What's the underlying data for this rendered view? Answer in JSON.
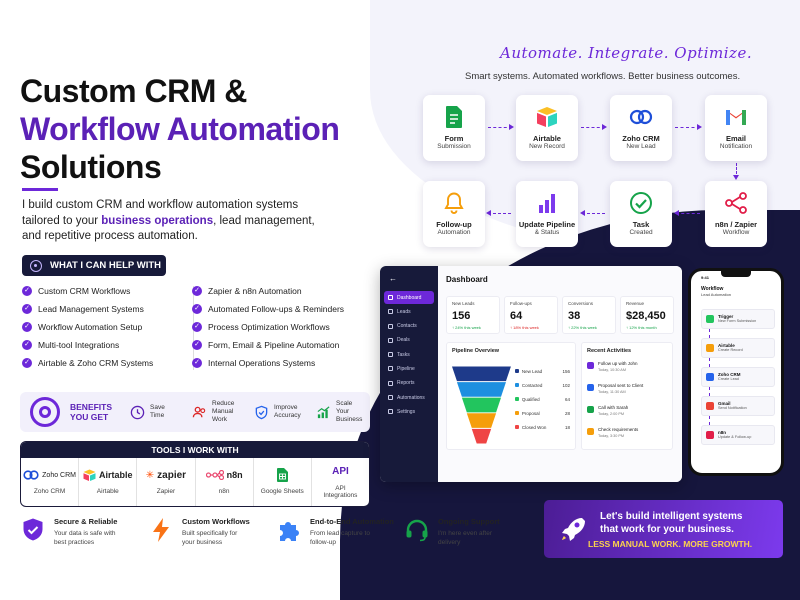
{
  "hero": {
    "title_line1": "Custom CRM &",
    "title_line2": "Workflow Automation",
    "title_line3": "Solutions",
    "intro_pre": "I build custom CRM and workflow automation systems tailored to your ",
    "intro_highlight": "business operations",
    "intro_post": ", lead management, and repetitive process automation."
  },
  "help": {
    "badge": "WHAT I CAN HELP WITH",
    "items": [
      "Custom CRM Workflows",
      "Zapier  & n8n Automation",
      "Lead Management Systems",
      "Automated Follow-ups & Reminders",
      "Workflow Automation Setup",
      "Process Optimization Workflows",
      "Multi-tool Integrations",
      "Form, Email & Pipeline Automation",
      "Airtable & Zoho CRM Systems",
      "Internal Operations Systems"
    ]
  },
  "benefits": {
    "title_l1": "BENEFITS",
    "title_l2": "YOU GET",
    "items": [
      {
        "l1": "Save",
        "l2": "Time",
        "icon": "clock-icon"
      },
      {
        "l1": "Reduce",
        "l2": "Manual Work",
        "icon": "users-icon"
      },
      {
        "l1": "Improve",
        "l2": "Accuracy",
        "icon": "shield-check-icon"
      },
      {
        "l1": "Scale",
        "l2": "Your Business",
        "icon": "chart-up-icon"
      }
    ]
  },
  "tools": {
    "header": "TOOLS I WORK WITH",
    "items": [
      {
        "logo": "Zoho CRM",
        "name": "Zoho CRM"
      },
      {
        "logo": "Airtable",
        "name": "Airtable"
      },
      {
        "logo": "zapier",
        "name": "Zapier"
      },
      {
        "logo": "n8n",
        "name": "n8n"
      },
      {
        "logo": "",
        "name": "Google Sheets"
      },
      {
        "logo": "API",
        "name_l1": "API",
        "name_l2": "Integrations"
      }
    ]
  },
  "features": [
    {
      "title": "Secure & Reliable",
      "d1": "Your data is safe with",
      "d2": "best practices"
    },
    {
      "title": "Custom Workflows",
      "d1": "Built specifically for",
      "d2": "your business"
    },
    {
      "title": "End-to-End Automation",
      "d1": "From lead capture to",
      "d2": "follow-up"
    },
    {
      "title": "Ongoing Support",
      "d1": "I'm here even after",
      "d2": "delivery"
    }
  ],
  "tagline": "Automate. Integrate. Optimize.",
  "subtagline": "Smart systems. Automated workflows. Better business outcomes.",
  "workflow": [
    {
      "title": "Form",
      "sub": "Submission",
      "icon": "form-icon"
    },
    {
      "title": "Airtable",
      "sub": "New Record",
      "icon": "airtable-icon"
    },
    {
      "title": "Zoho CRM",
      "sub": "New Lead",
      "icon": "zoho-icon"
    },
    {
      "title": "Email",
      "sub": "Notification",
      "icon": "gmail-icon"
    },
    {
      "title": "n8n / Zapier",
      "sub": "Workflow",
      "icon": "share-nodes-icon"
    },
    {
      "title": "Task",
      "sub": "Created",
      "icon": "check-circle-icon"
    },
    {
      "title": "Update Pipeline",
      "sub": "& Status",
      "icon": "bar-chart-icon"
    },
    {
      "title": "Follow-up",
      "sub": "Automation",
      "icon": "bell-icon"
    }
  ],
  "dashboard": {
    "title": "Dashboard",
    "back": "←",
    "nav": [
      "Dashboard",
      "Leads",
      "Contacts",
      "Deals",
      "Tasks",
      "Pipeline",
      "Reports",
      "Automations",
      "Settings"
    ],
    "stats": [
      {
        "label": "New Leads",
        "value": "156",
        "change": "↑ 24% this week"
      },
      {
        "label": "Follow-ups",
        "value": "64",
        "change": "↑ 18% this week"
      },
      {
        "label": "Conversions",
        "value": "38",
        "change": "↑ 22% this week"
      },
      {
        "label": "Revenue",
        "value": "$28,450",
        "change": "↑ 12% this month"
      }
    ],
    "pipeline_title": "Pipeline Overview",
    "funnel": [
      {
        "label": "New Lead",
        "value": 156,
        "color": "#1e3a8a"
      },
      {
        "label": "Contacted",
        "value": 102,
        "color": "#1d8fe0"
      },
      {
        "label": "Qualified",
        "value": 64,
        "color": "#22c55e"
      },
      {
        "label": "Proposal",
        "value": 28,
        "color": "#f59e0b"
      },
      {
        "label": "Closed Won",
        "value": 18,
        "color": "#ef4444"
      }
    ],
    "activities_title": "Recent Activities",
    "activities": [
      {
        "title": "Follow up with John",
        "time": "Today, 10:30 AM",
        "color": "#6d28d9"
      },
      {
        "title": "Proposal sent to Client",
        "time": "Today, 11:30 AM",
        "color": "#2563eb"
      },
      {
        "title": "Call with Sarah",
        "time": "Today, 2:00 PM",
        "color": "#16a34a"
      },
      {
        "title": "Check requirements",
        "time": "Today, 3:30 PM",
        "color": "#f59e0b"
      }
    ]
  },
  "phone": {
    "time": "9:41",
    "title": "Workflow",
    "subtitle": "Lead Automation",
    "steps": [
      {
        "title": "Trigger",
        "sub": "New Form Submission",
        "color": "#22c55e"
      },
      {
        "title": "Airtable",
        "sub": "Create Record",
        "color": "#f59e0b"
      },
      {
        "title": "Zoho CRM",
        "sub": "Create Lead",
        "color": "#2563eb"
      },
      {
        "title": "Gmail",
        "sub": "Send Notification",
        "color": "#ea4335"
      },
      {
        "title": "n8n",
        "sub": "Update & Follow-up",
        "color": "#e11d48"
      }
    ]
  },
  "cta": {
    "line1": "Let's build intelligent systems",
    "line2": "that work for your business.",
    "sub": "LESS MANUAL WORK. MORE GROWTH."
  }
}
